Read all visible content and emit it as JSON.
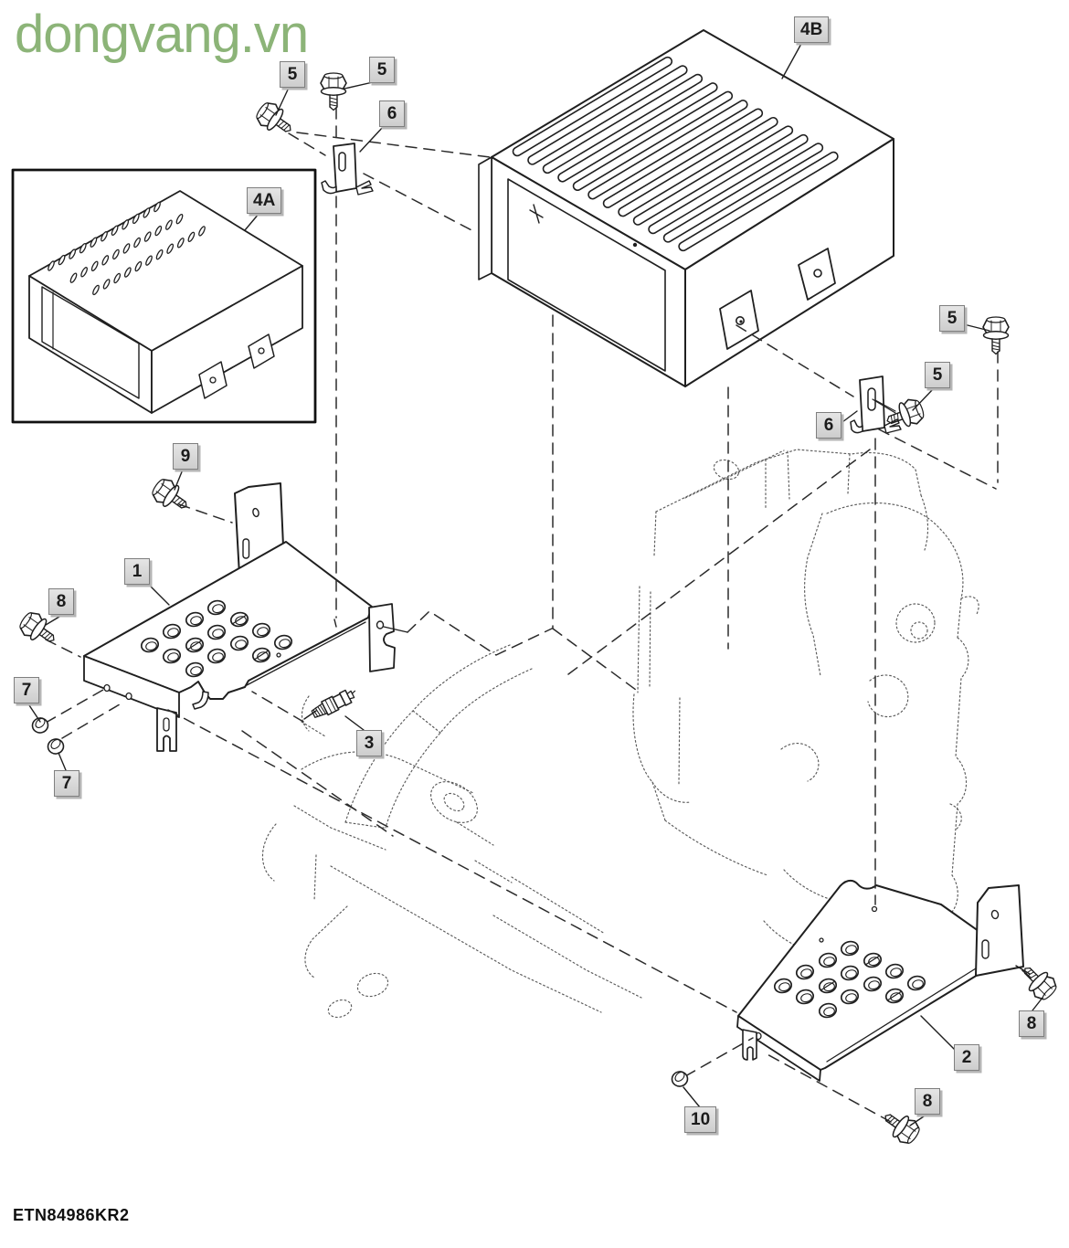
{
  "watermark": "dongvang.vn",
  "drawing_code": "ETN84986KR2",
  "colors": {
    "watermark": "#8cb478",
    "line": "#1f1f1f",
    "ghost": "#5a5a5a",
    "tag_background": "#dedede",
    "tag_border": "#7f7f7f",
    "tag_text": "#1c1c1c"
  },
  "labels": [
    {
      "id": "5-top-left",
      "text": "5"
    },
    {
      "id": "5-top",
      "text": "5"
    },
    {
      "id": "6-top",
      "text": "6"
    },
    {
      "id": "4B",
      "text": "4B"
    },
    {
      "id": "4A",
      "text": "4A"
    },
    {
      "id": "9",
      "text": "9"
    },
    {
      "id": "1",
      "text": "1"
    },
    {
      "id": "8-left",
      "text": "8"
    },
    {
      "id": "7-upper",
      "text": "7"
    },
    {
      "id": "7-lower",
      "text": "7"
    },
    {
      "id": "3",
      "text": "3"
    },
    {
      "id": "5-right-upper",
      "text": "5"
    },
    {
      "id": "5-right-lower",
      "text": "5"
    },
    {
      "id": "6-right",
      "text": "6"
    },
    {
      "id": "8-right",
      "text": "8"
    },
    {
      "id": "2",
      "text": "2"
    },
    {
      "id": "8-bottom",
      "text": "8"
    },
    {
      "id": "10",
      "text": "10"
    }
  ]
}
